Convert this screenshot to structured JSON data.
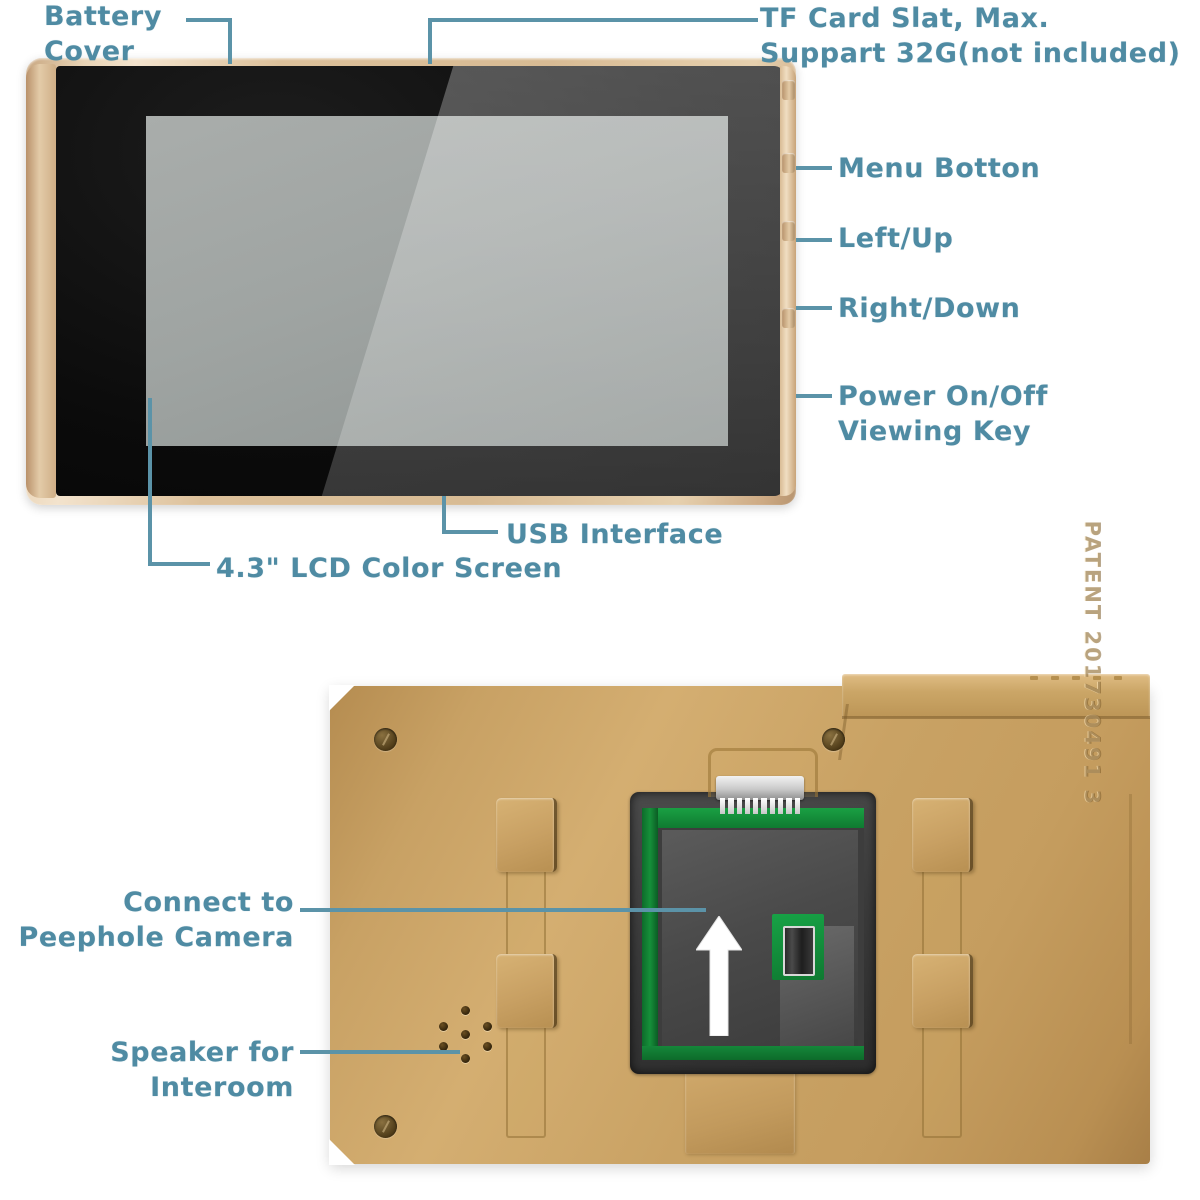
{
  "diagram": {
    "title": "Peephole Viewer Product Annotation Diagram",
    "accent_line_color": "#5b93a8",
    "label_text_color": "#4f8ba3",
    "body_gold_color": "#c59d5f",
    "pcb_green_color": "#15873a"
  },
  "front_view": {
    "name": "front-face-view",
    "callouts": {
      "battery_cover": "Battery\nCover",
      "tf_card": "TF Card Slat, Max.\nSuppart 32G(not included)",
      "menu_button": "Menu Botton",
      "left_up": "Left/Up",
      "right_down": "Right/Down",
      "power_viewing": "Power On/Off\nViewing Key",
      "usb_interface": "USB Interface",
      "lcd_screen": "4.3\" LCD Color Screen"
    }
  },
  "back_view": {
    "name": "back-face-view",
    "callouts": {
      "peephole_camera": "Connect to\nPeephole Camera",
      "speaker": "Speaker for\nInteroom"
    },
    "embossed_patent_text": "PATENT 201730491  3"
  }
}
